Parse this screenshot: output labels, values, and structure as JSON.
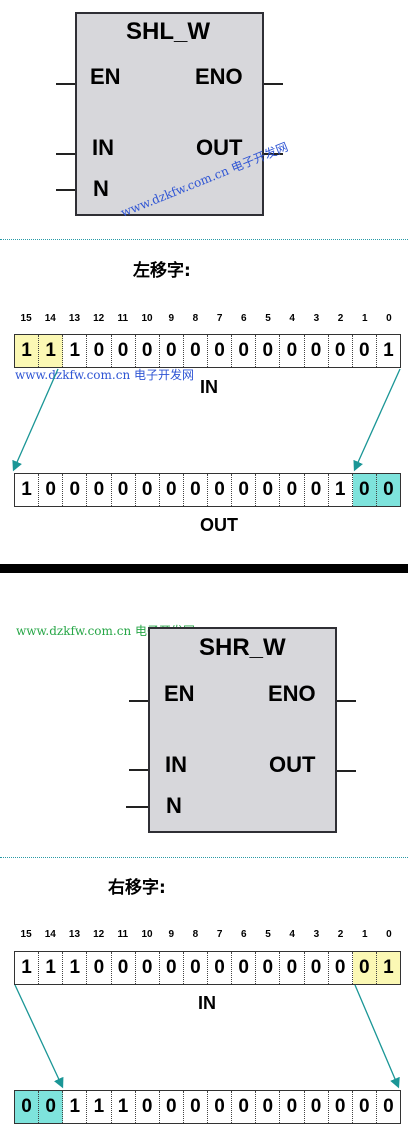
{
  "watermark_text": "www.dzkfw.com.cn 电子开发网",
  "shl": {
    "block_name": "SHL_W",
    "en": "EN",
    "eno": "ENO",
    "in": "IN",
    "out": "OUT",
    "n": "N",
    "heading": "左移字:",
    "indices": [
      "15",
      "14",
      "13",
      "12",
      "11",
      "10",
      "9",
      "8",
      "7",
      "6",
      "5",
      "4",
      "3",
      "2",
      "1",
      "0"
    ],
    "in_bits": [
      "1",
      "1",
      "1",
      "0",
      "0",
      "0",
      "0",
      "0",
      "0",
      "0",
      "0",
      "0",
      "0",
      "0",
      "0",
      "1"
    ],
    "in_label": "IN",
    "out_bits": [
      "1",
      "0",
      "0",
      "0",
      "0",
      "0",
      "0",
      "0",
      "0",
      "0",
      "0",
      "0",
      "0",
      "1",
      "0",
      "0"
    ],
    "out_label": "OUT",
    "highlight_yellow": "#fbf8b4",
    "highlight_cyan": "#7ee3dc"
  },
  "shr": {
    "block_name": "SHR_W",
    "en": "EN",
    "eno": "ENO",
    "in": "IN",
    "out": "OUT",
    "n": "N",
    "heading": "右移字:",
    "indices": [
      "15",
      "14",
      "13",
      "12",
      "11",
      "10",
      "9",
      "8",
      "7",
      "6",
      "5",
      "4",
      "3",
      "2",
      "1",
      "0"
    ],
    "in_bits": [
      "1",
      "1",
      "1",
      "0",
      "0",
      "0",
      "0",
      "0",
      "0",
      "0",
      "0",
      "0",
      "0",
      "0",
      "0",
      "1"
    ],
    "in_label": "IN",
    "out_bits": [
      "0",
      "0",
      "1",
      "1",
      "1",
      "0",
      "0",
      "0",
      "0",
      "0",
      "0",
      "0",
      "0",
      "0",
      "0",
      "0"
    ]
  },
  "colors": {
    "arrow": "#1a9696",
    "block_fill": "#d7d7db"
  }
}
